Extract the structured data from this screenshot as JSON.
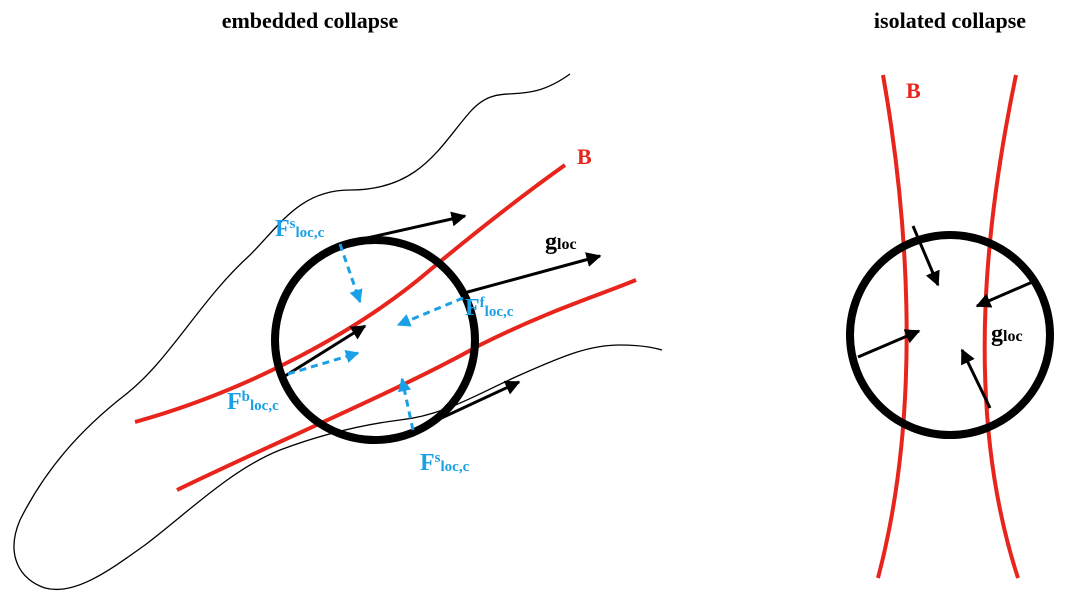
{
  "colors": {
    "boundary": "#e8251c",
    "force": "#1aa0e6",
    "vector": "#000000"
  },
  "panels": {
    "embedded": {
      "title": "embedded collapse",
      "boundary_label": "B",
      "g_label": {
        "main": "g",
        "sub": "loc"
      },
      "forces": {
        "surface_top": {
          "main": "F",
          "sup": "s",
          "sub": "loc,c"
        },
        "fluid": {
          "main": "F",
          "sup": "f",
          "sub": "loc,c"
        },
        "body": {
          "main": "F",
          "sup": "b",
          "sub": "loc,c"
        },
        "surface_bottom": {
          "main": "F",
          "sup": "s",
          "sub": "loc,c"
        }
      }
    },
    "isolated": {
      "title": "isolated collapse",
      "boundary_label": "B",
      "g_label": {
        "main": "g",
        "sub": "loc"
      }
    }
  }
}
